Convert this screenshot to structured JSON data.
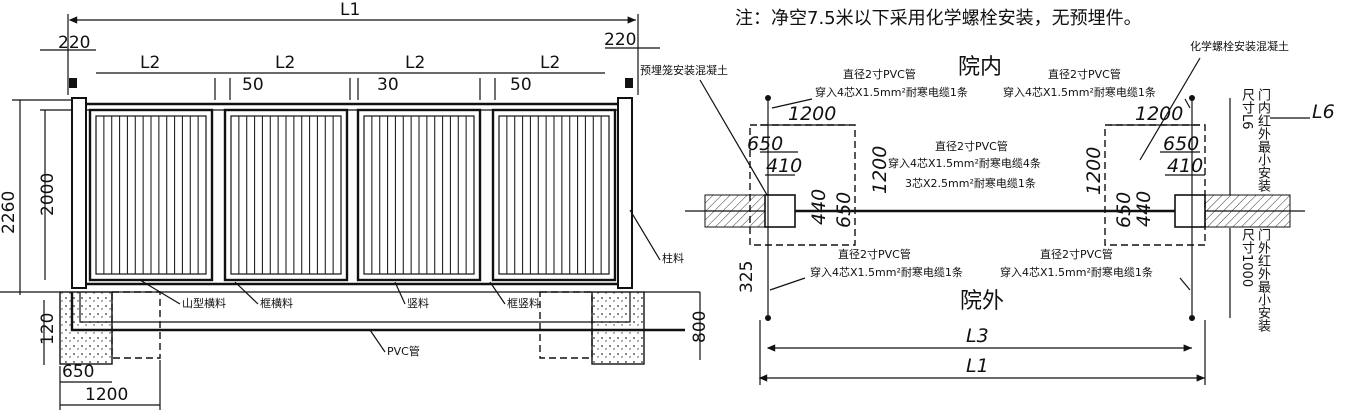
{
  "note": "注：净空7.5米以下采用化学螺栓安装，无预埋件。",
  "front": {
    "L1": "L1",
    "left_offset": "220",
    "right_offset": "220",
    "L2_labels": [
      "L2",
      "L2",
      "L2",
      "L2"
    ],
    "gap_labels": [
      "50",
      "30",
      "50"
    ],
    "height_total": "2260",
    "height_gate": "2000",
    "base_120": "120",
    "foot_650": "650",
    "foot_1200": "1200",
    "depth_800": "800",
    "labels": {
      "shan": "山型横料",
      "kuang_heng": "框横料",
      "shu": "竖料",
      "kuang_shu": "框竖料",
      "zhu": "柱料",
      "pvc": "PVC管"
    }
  },
  "plan": {
    "yuan_nei": "院内",
    "yuan_wai": "院外",
    "embedded": "预埋笼安装混凝土",
    "chem": "化学螺栓安装混凝土",
    "pvc_top_left": [
      "直径2寸PVC管",
      "穿入4芯X1.5mm²耐寒电缆1条"
    ],
    "pvc_top_right": [
      "直径2寸PVC管",
      "穿入4芯X1.5mm²耐寒电缆1条"
    ],
    "pvc_mid": [
      "直径2寸PVC管",
      "穿入4芯X1.5mm²耐寒电缆4条",
      "3芯X2.5mm²耐寒电缆1条"
    ],
    "pvc_bot_left": [
      "直径2寸PVC管",
      "穿入4芯X1.5mm²耐寒电缆1条"
    ],
    "pvc_bot_right": [
      "直径2寸PVC管",
      "穿入4芯X1.5mm²耐寒电缆1条"
    ],
    "d1200_l": "1200",
    "d1200_r": "1200",
    "d650_l": "650",
    "d650_r": "650",
    "d410_l": "410",
    "d410_r": "410",
    "d1200_vl": "1200",
    "d1200_vr": "1200",
    "d440_l": "440",
    "d650_vl": "650",
    "d650_vr": "650",
    "d440_r": "440",
    "d325": "325",
    "L3": "L3",
    "L1": "L1",
    "L6": "L6",
    "v_in": "门内红外最小安装尺寸L6",
    "v_out": "门外红外最小安装尺寸1000"
  }
}
